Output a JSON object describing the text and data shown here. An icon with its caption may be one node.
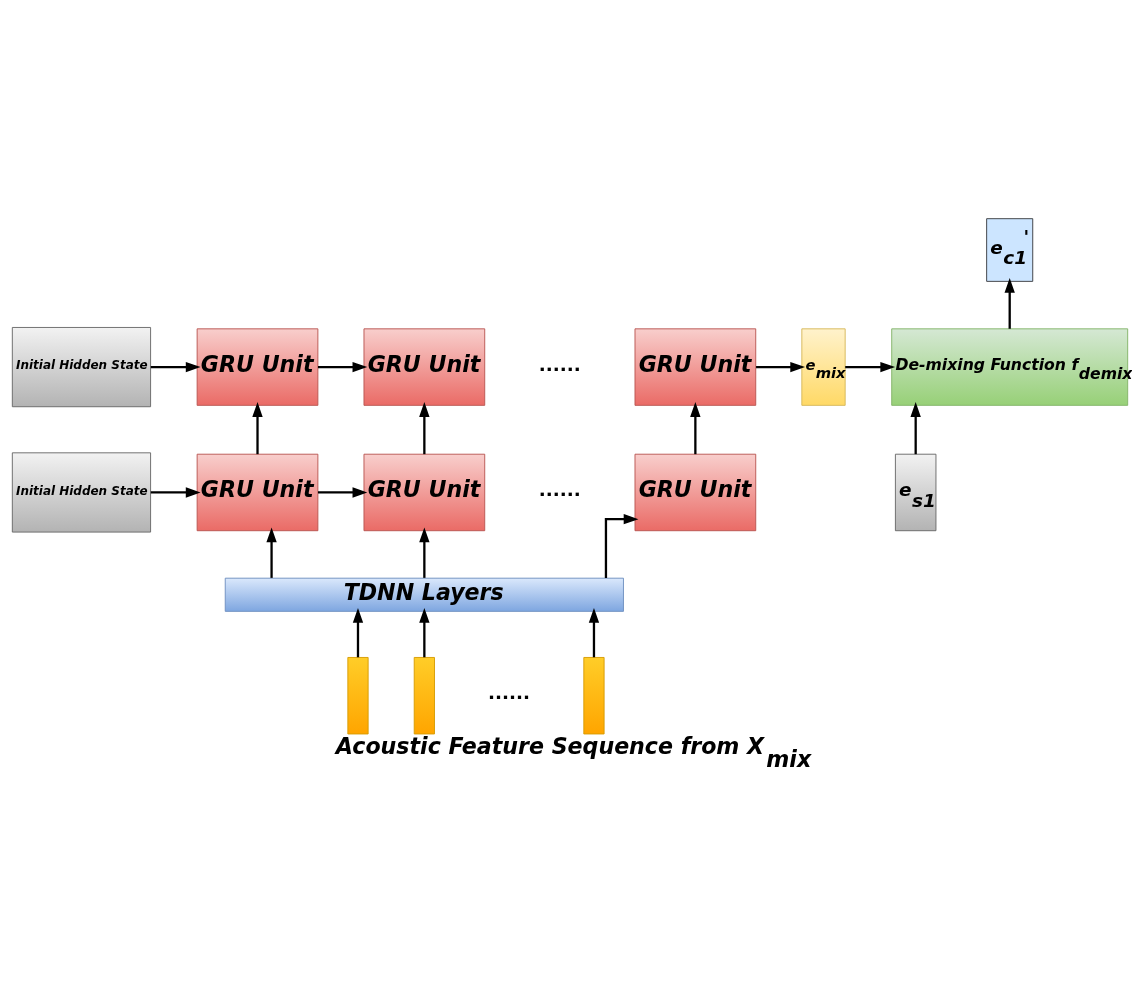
{
  "diagram": {
    "caption": "Acoustic Feature Sequence from X$_{mix}$",
    "nodes": [
      {
        "text": [
          "e$_{c1}$$^{'}$"
        ]
      },
      {
        "text": [
          "Initial Hidden State"
        ]
      },
      {
        "text": [
          "GRU Unit"
        ]
      },
      {
        "text": [
          "GRU Unit"
        ]
      },
      {
        "text": [
          "GRU Unit"
        ]
      },
      {
        "text": [
          "e$_{mix}$"
        ]
      },
      {
        "text": [
          "De-mixing Function f$_{demix}$"
        ]
      },
      {
        "text": [
          "e$_{s1}$"
        ]
      },
      {
        "text": [
          "Initial Hidden State"
        ]
      },
      {
        "text": [
          "GRU Unit"
        ]
      },
      {
        "text": [
          "GRU Unit"
        ]
      },
      {
        "text": [
          "GRU Unit"
        ]
      },
      {
        "text": [
          "TDNN Layers"
        ]
      },
      {
        "text": [],
        "shape": "bar"
      },
      {
        "text": [],
        "shape": "bar"
      },
      {
        "text": [],
        "shape": "bar"
      }
    ],
    "edges": [
      {
        "from": 1,
        "to": 2,
        "arrow": "to"
      },
      {
        "from": 2,
        "to": 3,
        "arrow": "to"
      },
      {
        "from": 4,
        "to": 5,
        "arrow": "to"
      },
      {
        "from": 5,
        "to": 6,
        "arrow": "to"
      },
      {
        "from": 6,
        "to": 0,
        "arrow": "to"
      },
      {
        "from": 7,
        "to": 6,
        "arrow": "to"
      },
      {
        "from": 8,
        "to": 9,
        "arrow": "to"
      },
      {
        "from": 9,
        "to": 10,
        "arrow": "to"
      },
      {
        "from": 9,
        "to": 2,
        "arrow": "to"
      },
      {
        "from": 10,
        "to": 3,
        "arrow": "to"
      },
      {
        "from": 11,
        "to": 4,
        "arrow": "to"
      },
      {
        "from": 12,
        "to": 9,
        "arrow": "to"
      },
      {
        "from": 12,
        "to": 10,
        "arrow": "to"
      },
      {
        "from": 12,
        "to": 11,
        "arrow": "to"
      },
      {
        "from": 13,
        "to": 12,
        "arrow": "to"
      },
      {
        "from": 14,
        "to": 12,
        "arrow": "to"
      },
      {
        "from": 15,
        "to": 12,
        "arrow": "to"
      }
    ],
    "labels": [
      "......",
      "......",
      "......"
    ]
  }
}
